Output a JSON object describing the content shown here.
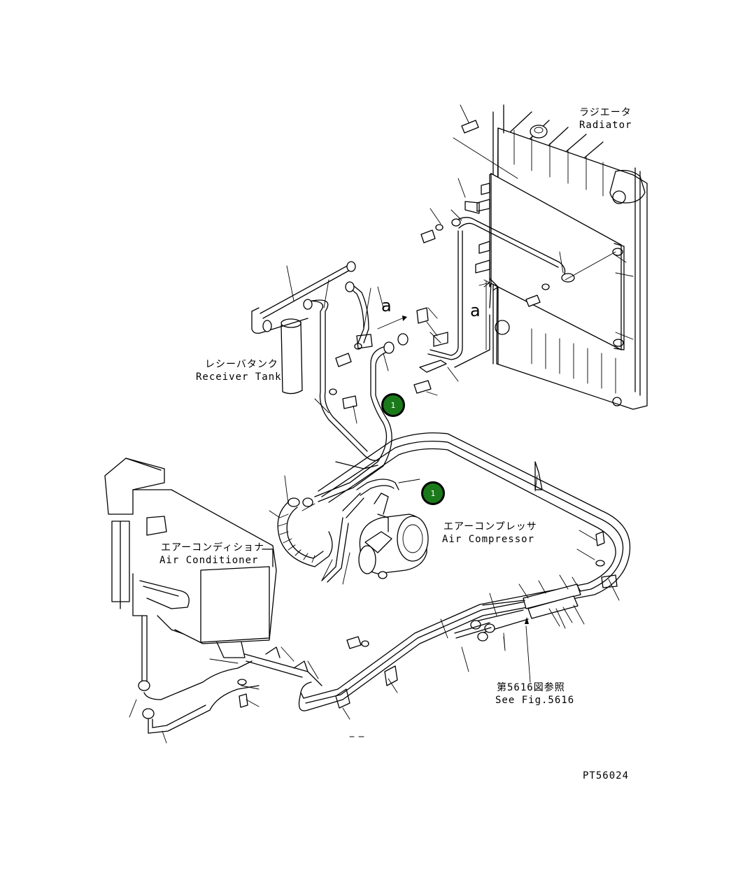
{
  "labels": {
    "radiator_jp": "ラジエータ",
    "radiator_en": "Radiator",
    "receiver_jp": "レシーバタンク",
    "receiver_en": "Receiver Tank",
    "compressor_jp": "エアーコンプレッサ",
    "compressor_en": "Air Compressor",
    "conditioner_jp": "エアーコンディショナ",
    "conditioner_en": "Air Conditioner",
    "seefig_jp": "第5616図参照",
    "seefig_en": "See Fig.5616",
    "view_marker_1": "a",
    "view_marker_2": "a",
    "drawing_number": "PT56024"
  },
  "callouts": [
    {
      "number": "1",
      "color": "#1a7a1a"
    },
    {
      "number": "1",
      "color": "#1a7a1a"
    }
  ]
}
